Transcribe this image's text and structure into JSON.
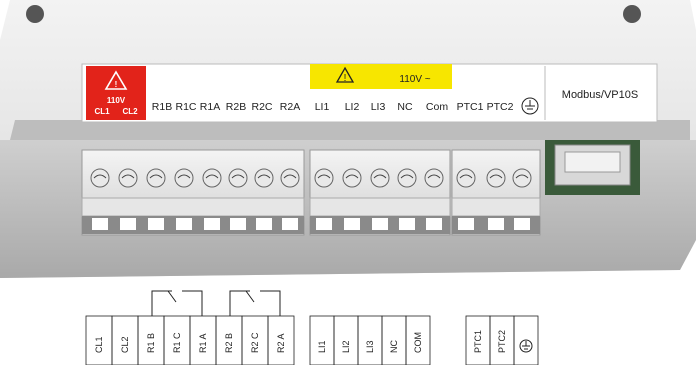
{
  "warning_block": {
    "voltage": "110V",
    "labels": [
      "CL1",
      "CL2"
    ],
    "color": "#e2231a"
  },
  "relay_labels": [
    "R1B",
    "R1C",
    "R1A",
    "R2B",
    "R2C",
    "R2A"
  ],
  "input_block": {
    "voltage": "110V ~",
    "labels": [
      "LI1",
      "LI2",
      "LI3",
      "NC",
      "Com"
    ],
    "color": "#f7e600"
  },
  "ptc_labels": [
    "PTC1",
    "PTC2"
  ],
  "ground_symbol": "ground-icon",
  "modbus_label": "Modbus/VP10S",
  "diagram": {
    "left_labels": [
      "CL1",
      "CL2",
      "R1 B",
      "R1 C",
      "R1 A",
      "R2 B",
      "R2 C",
      "R2 A"
    ],
    "middle_labels": [
      "LI1",
      "LI2",
      "LI3",
      "NC",
      "COM"
    ],
    "right_labels": [
      "PTC1",
      "PTC2"
    ]
  }
}
